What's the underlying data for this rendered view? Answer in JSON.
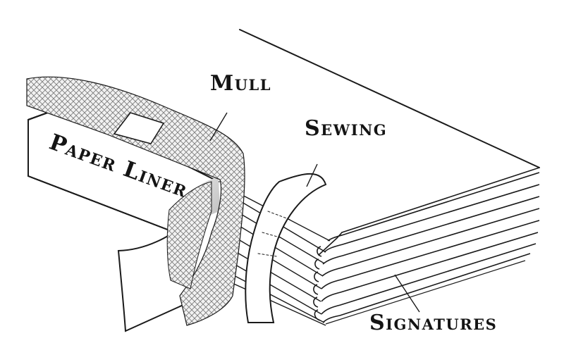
{
  "labels": {
    "mull": "Mull",
    "sewing": "Sewing",
    "paper_liner": "Paper Liner",
    "signatures": "Signatures"
  },
  "colors": {
    "ink": "#1a1a1a",
    "paper": "#ffffff",
    "shade": "#dcdcdc",
    "mesh": "#8a8a8a"
  }
}
